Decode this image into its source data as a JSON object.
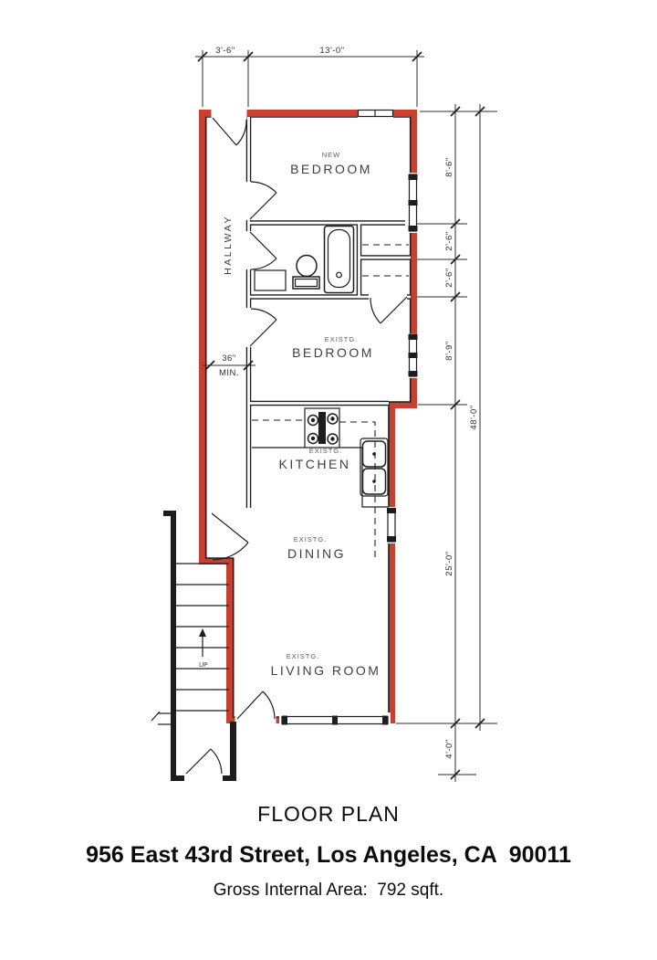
{
  "plan": {
    "rooms": [
      {
        "id": "new-bedroom",
        "qualifier": "NEW",
        "name": "BEDROOM"
      },
      {
        "id": "hallway",
        "qualifier": "",
        "name": "HALLWAY"
      },
      {
        "id": "existing-bedroom",
        "qualifier": "EXISTG.",
        "name": "BEDROOM"
      },
      {
        "id": "kitchen",
        "qualifier": "EXISTG.",
        "name": "KITCHEN"
      },
      {
        "id": "dining",
        "qualifier": "EXISTG.",
        "name": "DINING"
      },
      {
        "id": "living-room",
        "qualifier": "EXISTG.",
        "name": "LIVING ROOM"
      }
    ],
    "stairs": {
      "label": "UP"
    },
    "dimensions": {
      "top_segments": [
        "3'-6\"",
        "13'-0\""
      ],
      "right_segments": [
        "8'-6\"",
        "2'-6\"",
        "2'-6\"",
        "8'-9\""
      ],
      "right_overall": "48'-0\"",
      "right_lower": "25'-0\"",
      "right_porch": "4'-0\"",
      "hall_clearance_value": "36\"",
      "hall_clearance_suffix": "MIN."
    },
    "colors": {
      "boundary_red": "#c8402f",
      "wall_black": "#1d1d1d",
      "label_gray": "#3f3f3f"
    }
  },
  "footer": {
    "title": "FLOOR PLAN",
    "address": "956 East 43rd Street, Los Angeles, CA  90011",
    "area": "Gross Internal Area:  792 sqft."
  }
}
